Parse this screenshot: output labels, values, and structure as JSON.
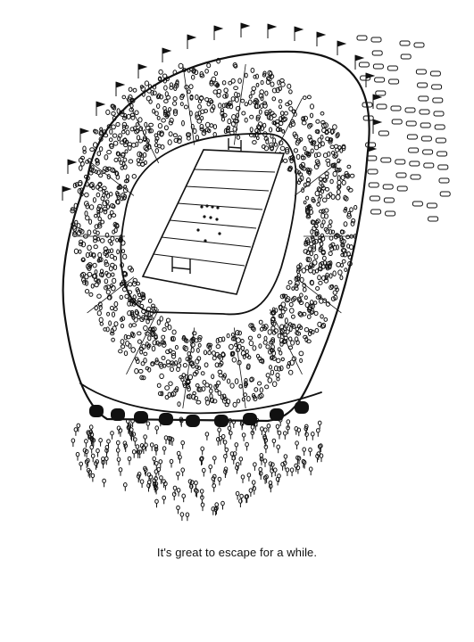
{
  "caption": "It's great to escape for a while.",
  "colors": {
    "ink": "#111111",
    "paper": "#ffffff"
  },
  "illustration": {
    "subject": "pen-and-ink drawing of a crowded football stadium seen from above",
    "elements": [
      "stadium-bowl",
      "crowd-stands",
      "football-field",
      "goal-posts",
      "pennant-flags",
      "parking-lot-cars",
      "entrance-crowd"
    ]
  }
}
